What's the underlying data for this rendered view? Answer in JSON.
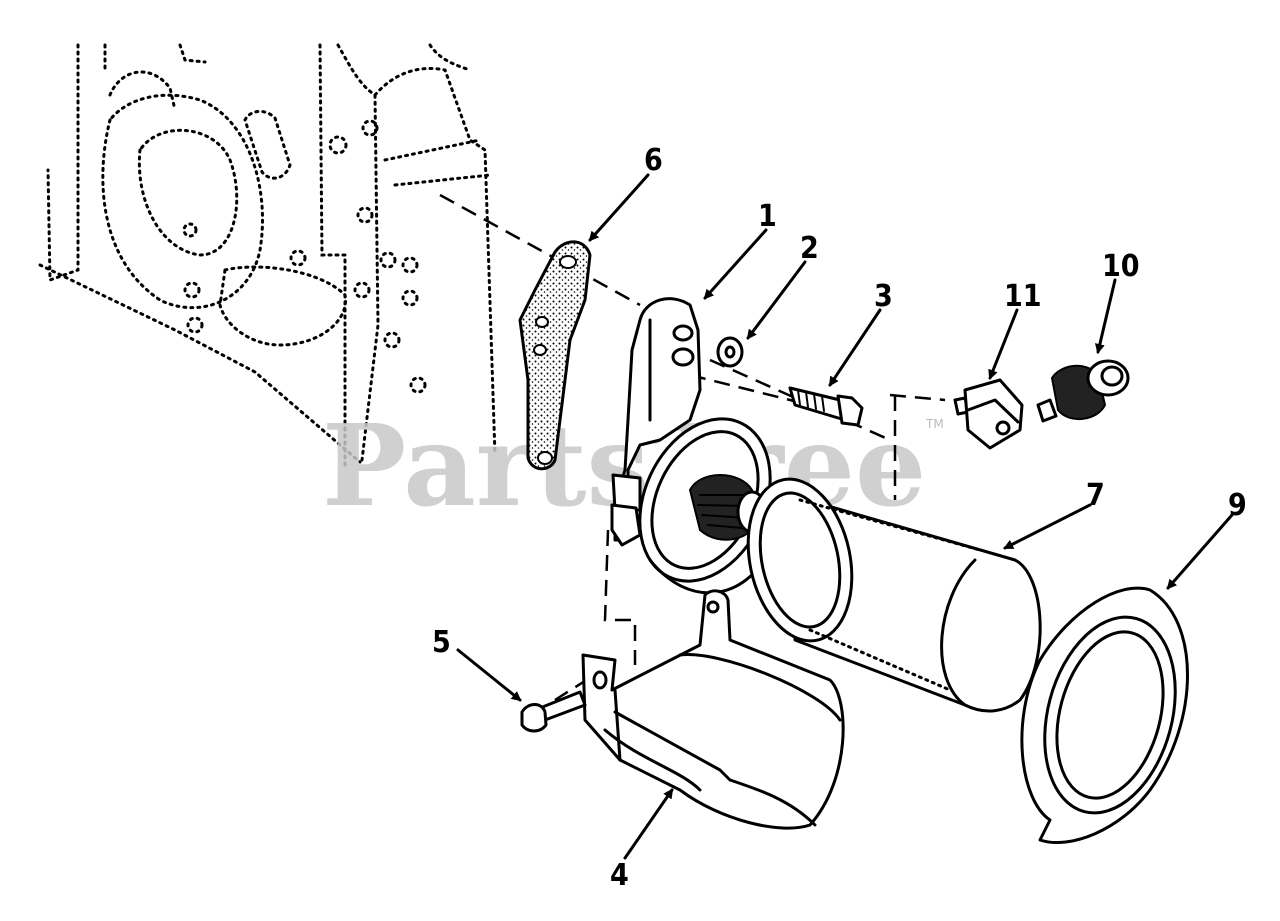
{
  "watermark": {
    "text": "PartsTree",
    "trademark": "TM"
  },
  "callouts": [
    {
      "label": "1",
      "part": "mounting-bracket"
    },
    {
      "label": "2",
      "part": "washer"
    },
    {
      "label": "3",
      "part": "bolt"
    },
    {
      "label": "4",
      "part": "bottom-bracket"
    },
    {
      "label": "5",
      "part": "screw"
    },
    {
      "label": "6",
      "part": "gasket"
    },
    {
      "label": "7",
      "part": "oil-filter"
    },
    {
      "label": "9",
      "part": "filter-gasket"
    },
    {
      "label": "10",
      "part": "switch"
    },
    {
      "label": "11",
      "part": "adapter"
    }
  ],
  "colors": {
    "ink": "#000000",
    "watermark": "#c8c8c8",
    "background": "#ffffff"
  }
}
